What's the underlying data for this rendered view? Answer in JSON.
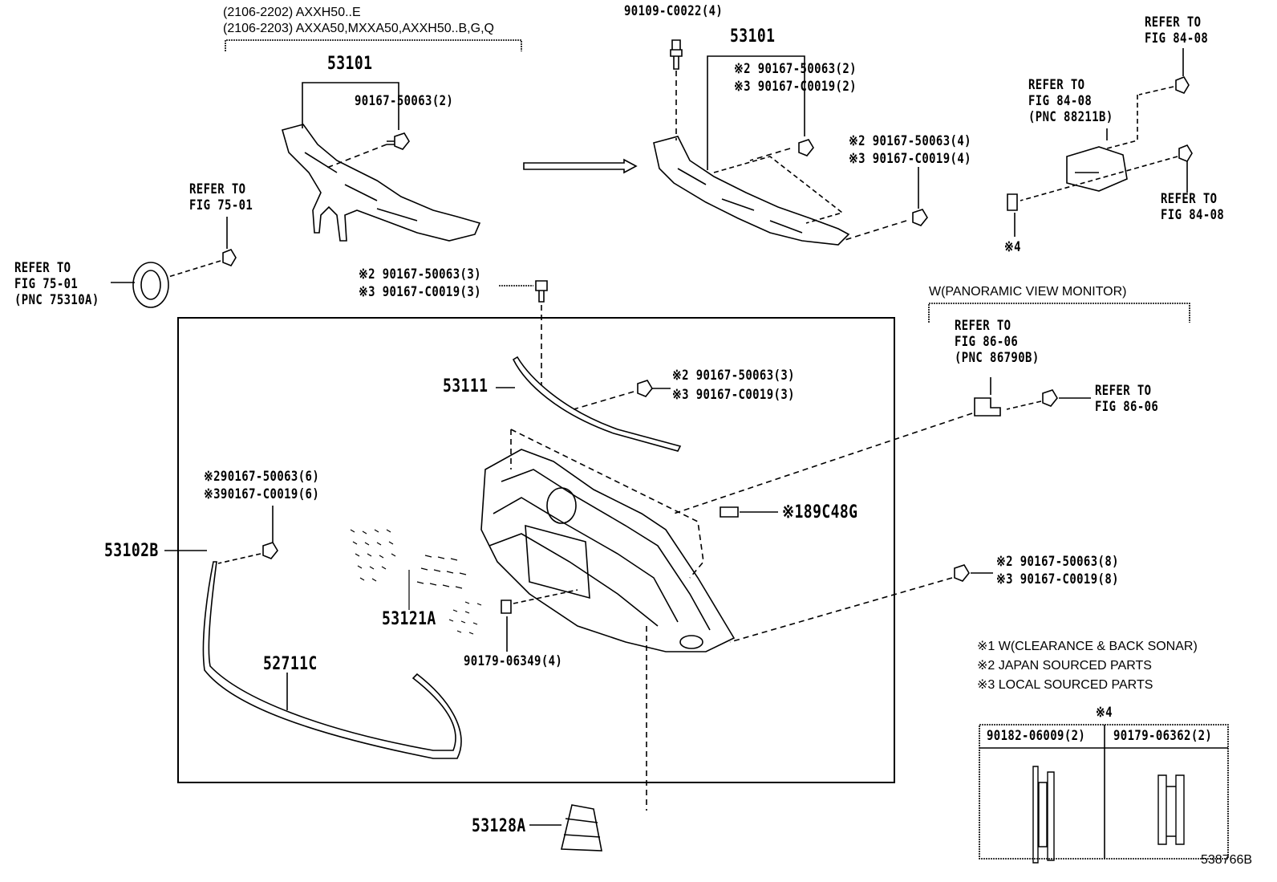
{
  "applicability": {
    "line1": "(2106-2202) AXXH50..E",
    "line2": "(2106-2203) AXXA50,MXXA50,AXXH50..B,G,Q"
  },
  "left_group": {
    "part_53101": "53101",
    "bolt": "90167-50063(2)",
    "emblem_bolt_ref": [
      "REFER TO",
      "FIG 75-01"
    ],
    "emblem_ref": [
      "REFER TO",
      "FIG 75-01",
      "(PNC 75310A)"
    ]
  },
  "right_group": {
    "screw_top": "90109-C0022(4)",
    "part_53101": "53101",
    "bolt_a": [
      "※2 90167-50063(2)",
      "※3 90167-C0019(2)"
    ],
    "bolt_b": [
      "※2 90167-50063(4)",
      "※3 90167-C0019(4)"
    ]
  },
  "sensor_group": {
    "ref_top": [
      "REFER TO",
      "FIG 84-08"
    ],
    "ref_sensor": [
      "REFER TO",
      "FIG 84-08",
      "(PNC 88211B)"
    ],
    "ref_bolt": [
      "REFER TO",
      "FIG 84-08"
    ],
    "note4": "※4"
  },
  "grille_screw": [
    "※2 90167-50063(3)",
    "※3 90167-C0019(3)"
  ],
  "panoramic": {
    "title": "W(PANORAMIC VIEW MONITOR)",
    "ref_camera": [
      "REFER TO",
      "FIG 86-06",
      "(PNC 86790B)"
    ],
    "ref_bolt": [
      "REFER TO",
      "FIG 86-06"
    ]
  },
  "box": {
    "part_53111": "53111",
    "molding_bolt": [
      "※2 90167-50063(3)",
      "※3 90167-C0019(3)"
    ],
    "lower_bolt": [
      "※290167-50063(6)",
      "※390167-C0019(6)"
    ],
    "sonar": "※189C48G",
    "side_bolt": [
      "※2 90167-50063(8)",
      "※3 90167-C0019(8)"
    ],
    "part_53121A": "53121A",
    "nut": "90179-06349(4)",
    "part_52711C": "52711C"
  },
  "part_53102B": "53102B",
  "part_53128A": "53128A",
  "notes": [
    "※1 W(CLEARANCE & BACK SONAR)",
    "※2 JAPAN SOURCED PARTS",
    "※3 LOCAL SOURCED PARTS"
  ],
  "table": {
    "title": "※4",
    "columns": [
      "90182-06009(2)",
      "90179-06362(2)"
    ]
  },
  "figure_id": "538766B"
}
